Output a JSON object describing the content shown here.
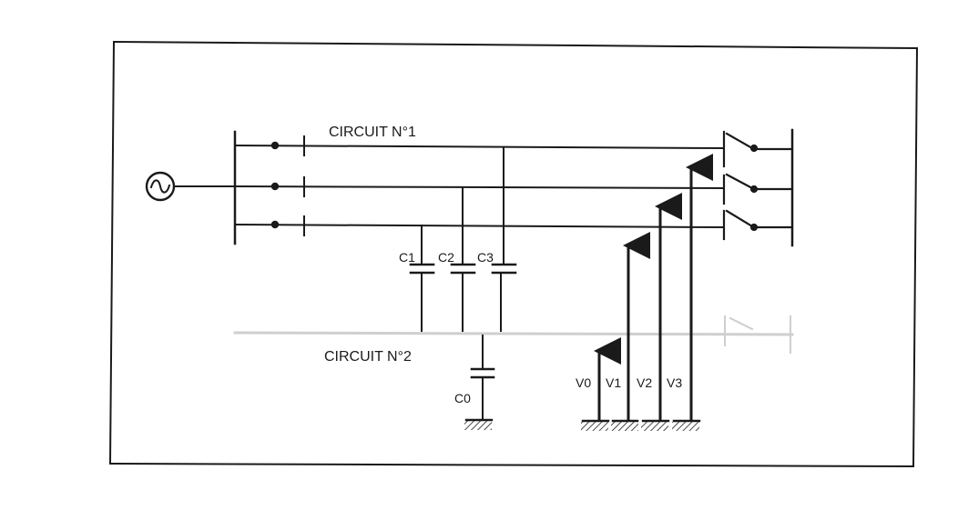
{
  "circuit1_label": "CIRCUIT N°1",
  "circuit2_label": "CIRCUIT N°2",
  "capacitors": [
    "C1",
    "C2",
    "C3",
    "C0"
  ],
  "voltages": [
    "V0",
    "V1",
    "V2",
    "V3"
  ],
  "source_symbol": "AC source (~)",
  "ink_color": "#1a1a1a",
  "faint_color": "#cfcfcf"
}
